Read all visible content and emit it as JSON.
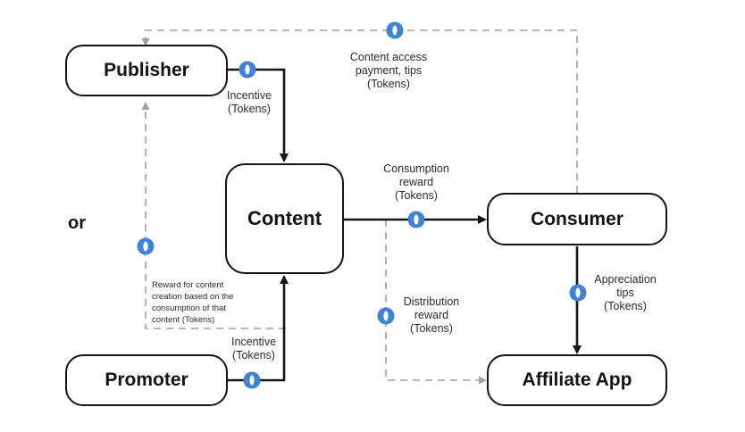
{
  "nodes": {
    "publisher": "Publisher",
    "content": "Content",
    "consumer": "Consumer",
    "promoter": "Promoter",
    "affiliate": "Affiliate App"
  },
  "labels": {
    "or": "or",
    "incentive_top": [
      "Incentive",
      "(Tokens)"
    ],
    "incentive_bottom": [
      "Incentive",
      "(Tokens)"
    ],
    "content_access": [
      "Content access",
      "payment, tips",
      "(Tokens)"
    ],
    "consumption_reward": [
      "Consumption",
      "reward",
      "(Tokens)"
    ],
    "distribution_reward": [
      "Distribution",
      "reward",
      "(Tokens)"
    ],
    "appreciation_tips": [
      "Appreciation",
      "tips",
      "(Tokens)"
    ],
    "reward_content_creation": [
      "Reward for content",
      "creation based on the",
      "consumption of that",
      "content (Tokens)"
    ]
  },
  "colors": {
    "line": "#141414",
    "dashed": "#a0a0a0",
    "token": "#3f82d9",
    "token_inner": "#ffffff"
  },
  "icons": {
    "token": "token-coin-icon"
  }
}
